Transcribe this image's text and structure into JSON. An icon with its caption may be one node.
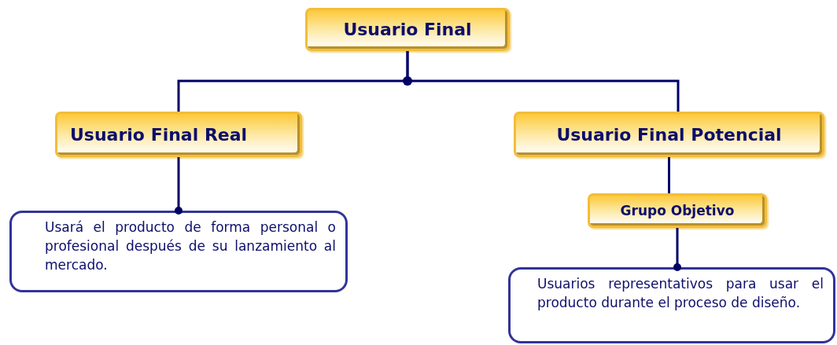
{
  "diagram": {
    "nodes": [
      {
        "text": [
          "Usuario Final"
        ]
      },
      {
        "text": [
          "Usuario Final Real"
        ]
      },
      {
        "text": [
          "Usuario Final Potencial"
        ]
      },
      {
        "text": [
          "Usará el producto de forma personal o profesional después de su lanzamiento al mercado."
        ]
      },
      {
        "text": [
          "Grupo Objetivo"
        ]
      },
      {
        "text": [
          "Usuarios representativos para usar el producto durante el proceso de diseño."
        ]
      }
    ],
    "edges": [
      {
        "from": 0,
        "to": 1,
        "arrow": "none"
      },
      {
        "from": 0,
        "to": 2,
        "arrow": "none"
      },
      {
        "from": 1,
        "to": 3,
        "arrow": "other"
      },
      {
        "from": 2,
        "to": 4,
        "arrow": "none"
      },
      {
        "from": 4,
        "to": 5,
        "arrow": "other"
      }
    ]
  }
}
